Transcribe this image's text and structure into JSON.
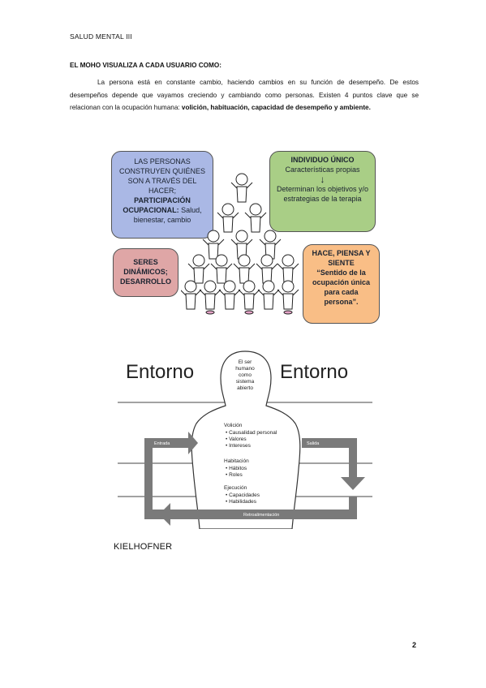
{
  "header": {
    "running_title": "SALUD MENTAL III"
  },
  "section": {
    "title": "EL MOHO VISUALIZA A CADA USUARIO COMO:",
    "paragraph_intro": "La persona está en constante cambio, haciendo cambios en su función de desempeño. De estos desempeños depende que vayamos creciendo y cambiando como personas. Existen 4 puntos clave que se relacionan con la ocupación humana: ",
    "paragraph_bold": "volición, habituación, capacidad de desempeño y ambiente."
  },
  "infographic": {
    "blue_box": {
      "line1": "LAS PERSONAS CONSTRUYEN QUIÉNES SON A TRAVÉS DEL HACER;",
      "bold": "PARTICIPACIÓN OCUPACIONAL:",
      "rest": " Salud, bienestar, cambio"
    },
    "green_box": {
      "title": "INDIVIDUO ÚNICO",
      "line1": "Características propias",
      "arrow": "↓",
      "line2": "Determinan los objetivos y/o estrategias de la terapia"
    },
    "red_box": {
      "text": "SERES DINÁMICOS; DESARROLLO"
    },
    "orange_box": {
      "title": "HACE, PIENSA Y SIENTE",
      "quote": "“Sentido de la ocupación única para cada persona”."
    }
  },
  "diagram": {
    "left_label": "Entorno",
    "right_label": "Entorno",
    "head_text": [
      "El ser",
      "humano",
      "como",
      "sistema",
      "abierto"
    ],
    "volicion": {
      "title": "Volición",
      "items": [
        "• Causalidad personal",
        "• Valores",
        "• Intereses"
      ]
    },
    "habituacion": {
      "title": "Habitación",
      "items": [
        "• Hábitos",
        "• Roles"
      ]
    },
    "ejecucion": {
      "title": "Ejecución",
      "items": [
        "• Capacidades",
        "• Habilidades"
      ]
    },
    "entrada": "Entrada",
    "salida": "Salida",
    "retro": "Retroalimentación",
    "author": "KIELHOFNER"
  },
  "footer": {
    "page_number": "2"
  },
  "colors": {
    "blue_box": "#aab8e5",
    "green_box": "#a9ce86",
    "red_box": "#dfa6a6",
    "orange_box": "#f9be86",
    "diagram_arrow": "#7a7a7a"
  }
}
